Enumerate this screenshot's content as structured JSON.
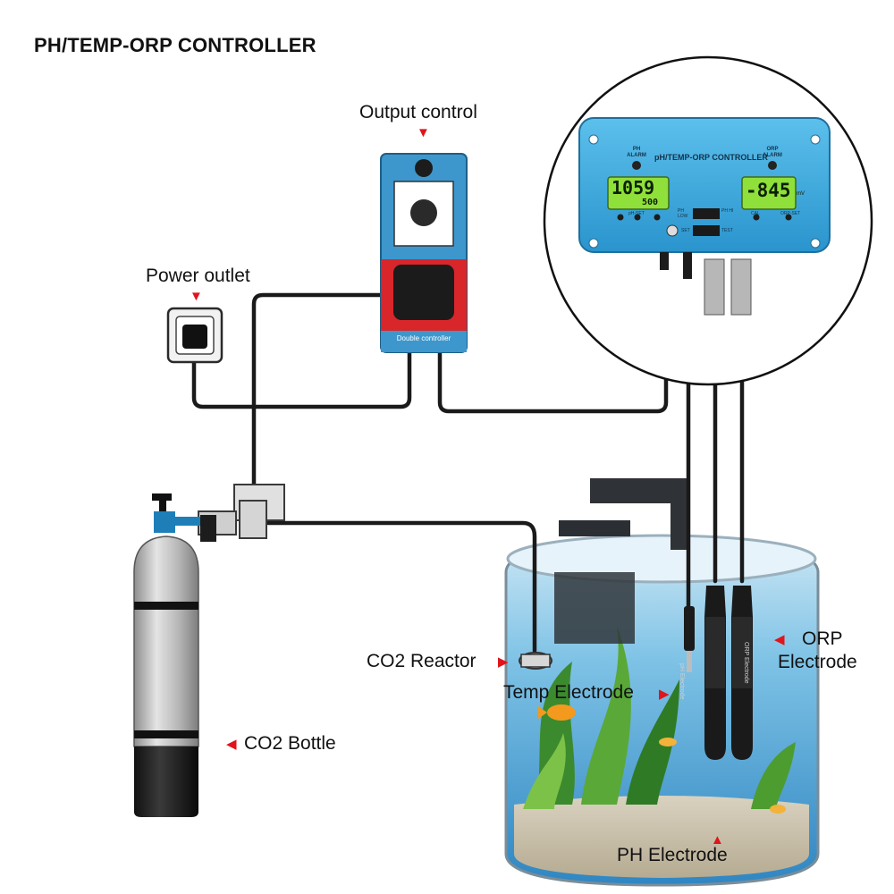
{
  "title": "PH/TEMP-ORP CONTROLLER",
  "labels": {
    "output_control": "Output control",
    "power_outlet": "Power outlet",
    "co2_reactor": "CO2 Reactor",
    "temp_electrode": "Temp Electrode",
    "co2_bottle": "CO2 Bottle",
    "orp_electrode_line1": "ORP",
    "orp_electrode_line2": "Electrode",
    "ph_electrode": "PH Electrode"
  },
  "controller": {
    "header": "pH/TEMP-ORP CONTROLLER",
    "ph_alarm_label": "PH ALARM",
    "orp_alarm_label": "ORP ALARM",
    "ph_reading": "1059",
    "temp_reading": "500",
    "orp_reading": "-845",
    "orp_unit": "mV",
    "btn_ph_set": "pH-SET",
    "btn_cal": "CAL",
    "btn_orp_set": "ORP-SET",
    "switch_ph_low": "PH LOW",
    "switch_ph_hi": "PH HI",
    "switch_set": "SET",
    "switch_test": "TEST",
    "accent_color": "#3fa9dc",
    "lcd_color": "#8fe03a"
  },
  "output_box": {
    "footer_text": "Double controller",
    "body_color": "#3d97cc",
    "band_color": "#d8262b"
  },
  "electrodes": {
    "ph_text": "pH Electrode",
    "orp_text": "ORP Electrode"
  },
  "arrow_glyph": "◀",
  "arrow_down_glyph": "▼",
  "arrow_up_glyph": "▲"
}
